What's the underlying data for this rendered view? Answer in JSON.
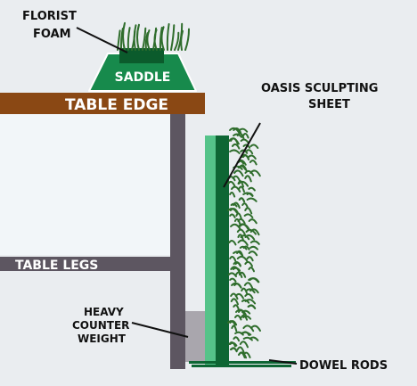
{
  "labels": {
    "florist_foam_line1": "FLORIST",
    "florist_foam_line2": "FOAM",
    "saddle": "SADDLE",
    "table_edge": "TABLE EDGE",
    "oasis_line1": "OASIS SCULPTING",
    "oasis_line2": "SHEET",
    "table_legs": "TABLE LEGS",
    "counter_line1": "HEAVY",
    "counter_line2": "COUNTER",
    "counter_line3": "WEIGHT",
    "dowel_rods": "DOWEL RODS"
  },
  "colors": {
    "background": "#eaedf0",
    "table_top_panel": "#f2f6f9",
    "table_edge": "#8a4814",
    "table_leg": "#5d5661",
    "counter_weight": "#a9a6ad",
    "saddle_fill": "#178a4c",
    "saddle_border": "#ffffff",
    "foam_block": "#0b5b2c",
    "oasis_light": "#55c389",
    "oasis_dark": "#0e6634",
    "foliage": "#2f6d2c",
    "label_text": "#111111",
    "inverse_text": "#ffffff"
  }
}
